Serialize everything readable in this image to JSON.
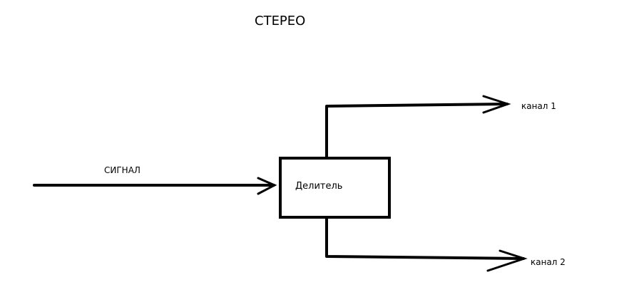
{
  "title": "СТЕРЕО",
  "input_label": "СИГНАЛ",
  "splitter_label": "Делитель",
  "output_1_label": "канал 1",
  "output_2_label": "канал 2"
}
